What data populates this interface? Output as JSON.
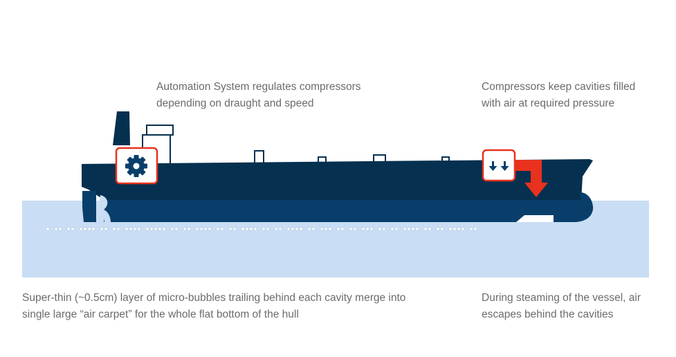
{
  "captions": {
    "automation": {
      "line1": "Automation System regulates compressors",
      "line2": "depending on draught and speed"
    },
    "compressors": {
      "line1": "Compressors keep cavities filled",
      "line2": "with air at required pressure"
    },
    "bubbles": {
      "line1": "Super-thin (~0.5cm) layer of micro-bubbles trailing behind each cavity merge into",
      "line2": "single large “air carpet” for the whole flat bottom of the hull"
    },
    "steaming": {
      "line1": "During steaming of the vessel, air",
      "line2": "escapes behind the cavities"
    }
  },
  "icons": {
    "automation": "gear-icon",
    "compressors": "double-down-arrow-icon",
    "airflow": "air-flow-arrow-icon"
  },
  "colors": {
    "hull_dark": "#06304f",
    "hull_light": "#0a3e6a",
    "water": "#c9ddf4",
    "accent_red": "#e8321e",
    "caption_text": "#6b6b6b",
    "bubble": "#ffffff"
  }
}
